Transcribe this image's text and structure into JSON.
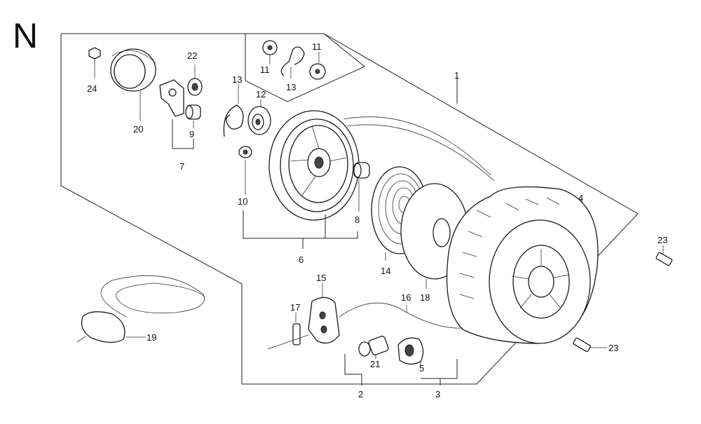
{
  "section_letter": "N",
  "callouts": {
    "c1": "1",
    "c2": "2",
    "c3": "3",
    "c4": "4",
    "c5": "5",
    "c6": "6",
    "c7": "7",
    "c8": "8",
    "c9": "9",
    "c10": "10",
    "c11a": "11",
    "c11b": "11",
    "c12": "12",
    "c13a": "13",
    "c13b": "13",
    "c14": "14",
    "c15": "15",
    "c16": "16",
    "c17": "17",
    "c18": "18",
    "c19": "19",
    "c20": "20",
    "c21": "21",
    "c22": "22",
    "c23a": "23",
    "c23b": "23",
    "c24": "24"
  }
}
